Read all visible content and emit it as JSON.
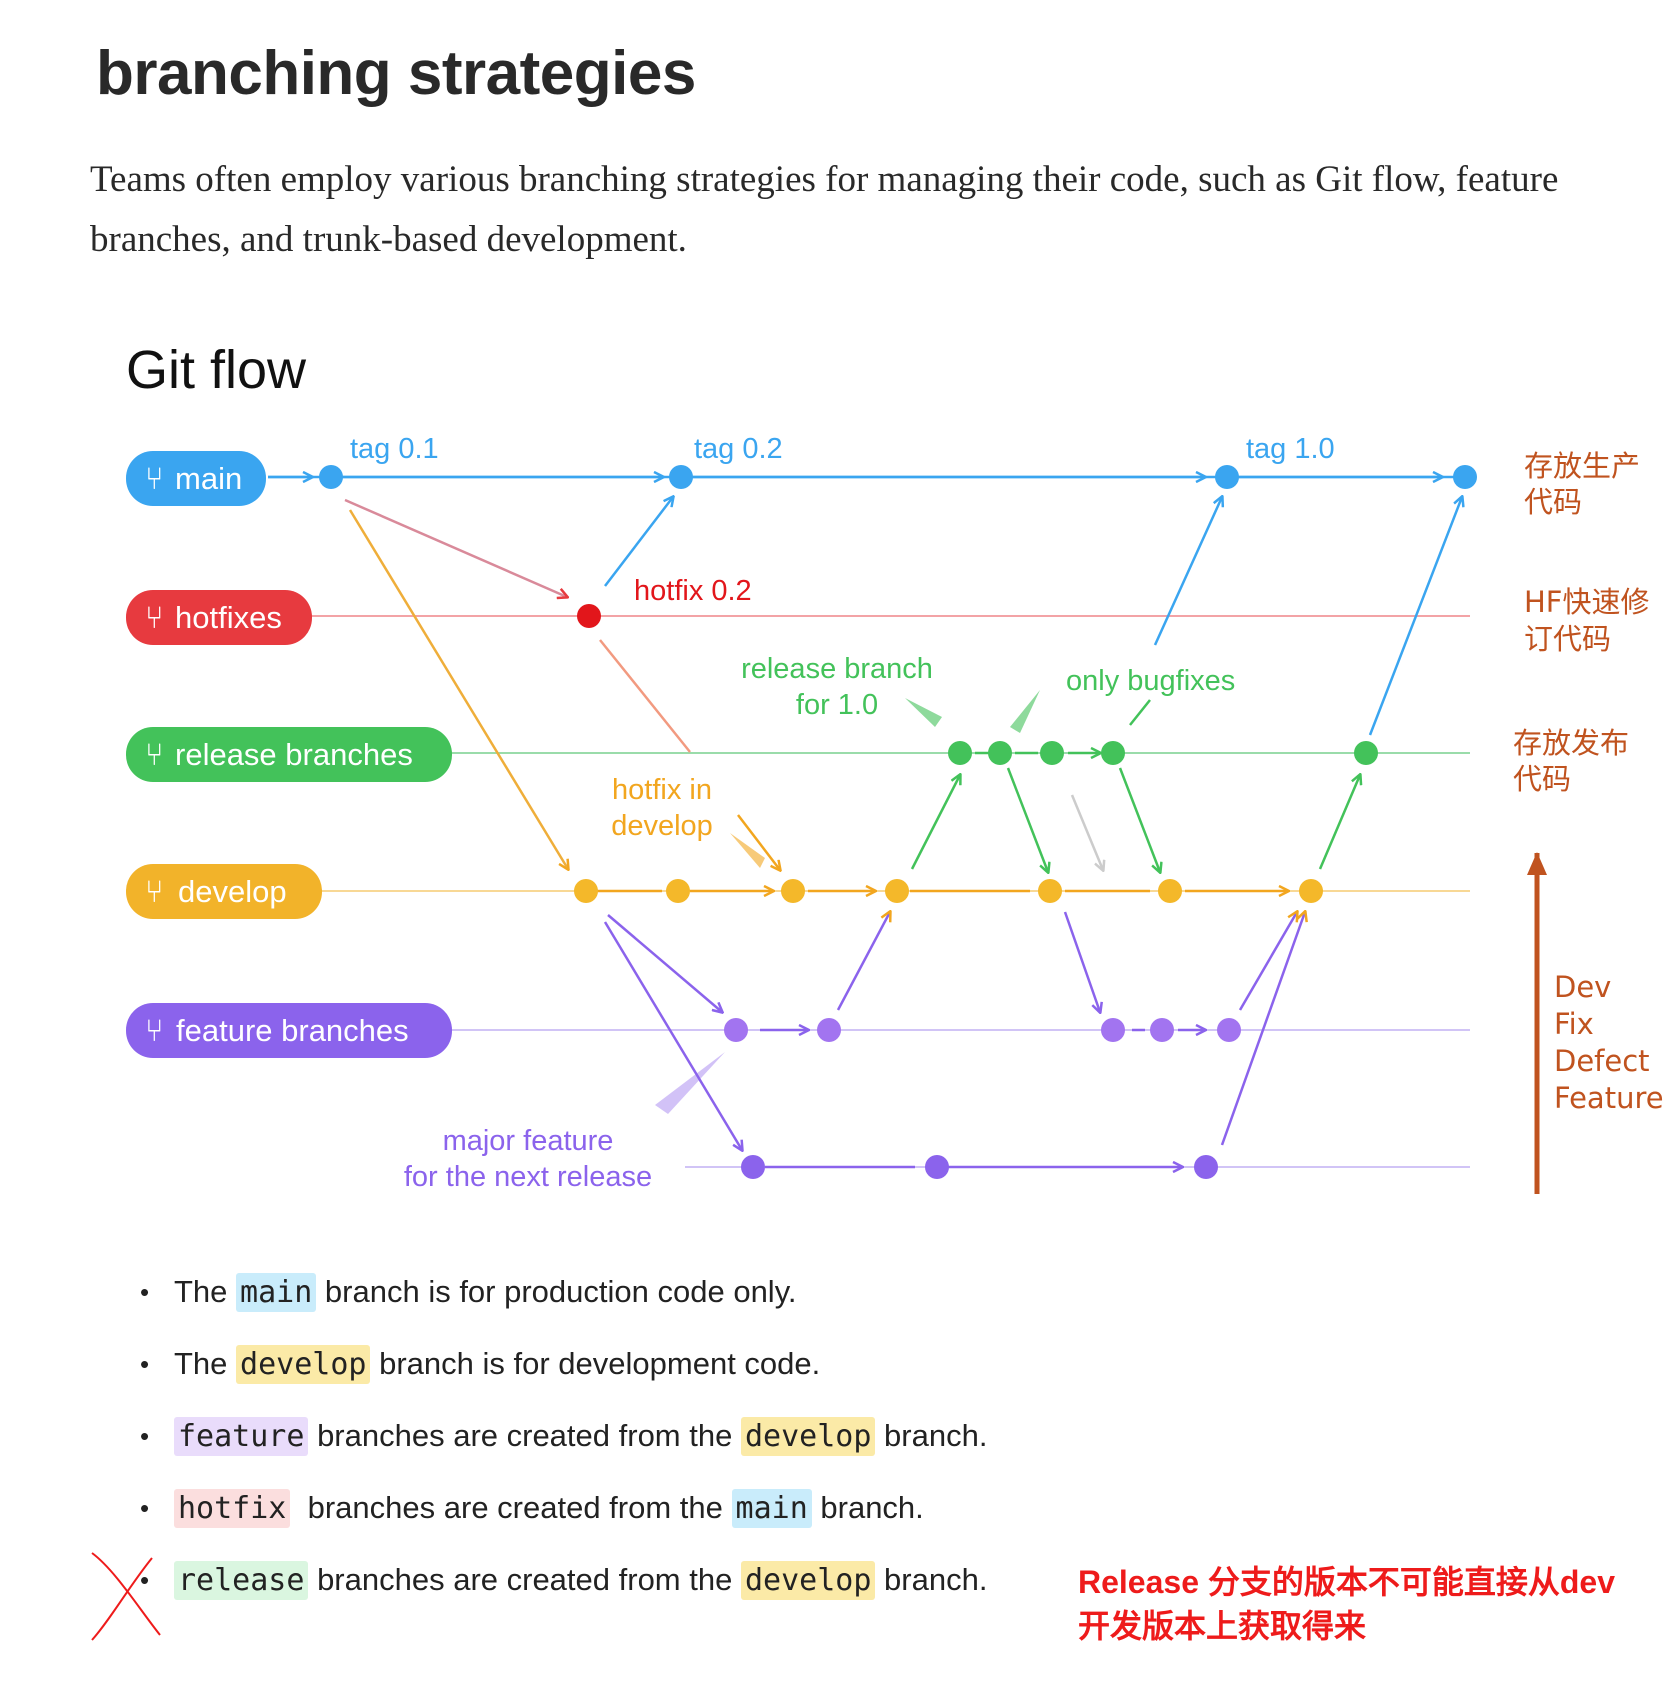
{
  "heading": "branching strategies",
  "intro": "Teams often employ various branching strategies for managing their code, such as Git flow, feature branches, and trunk-based development.",
  "diagram": {
    "title": "Git flow",
    "branches": [
      {
        "id": "main",
        "label": "main",
        "color": "#3aa5f0"
      },
      {
        "id": "hotfixes",
        "label": "hotfixes",
        "color": "#e73a3f"
      },
      {
        "id": "release",
        "label": "release branches",
        "color": "#43c25a"
      },
      {
        "id": "develop",
        "label": "develop",
        "color": "#f2b32a"
      },
      {
        "id": "feature",
        "label": "feature branches",
        "color": "#8b63ec"
      }
    ],
    "tags": [
      "tag 0.1",
      "tag 0.2",
      "tag 1.0"
    ],
    "labels": {
      "hotfix_02": "hotfix 0.2",
      "release_for_1_line1": "release branch",
      "release_for_1_line2": "for 1.0",
      "only_bugfixes": "only bugfixes",
      "hotfix_in_develop_line1": "hotfix in",
      "hotfix_in_develop_line2": "develop",
      "major_feature_line1": "major feature",
      "major_feature_line2": "for the next release"
    },
    "annotations": {
      "main_note_line1": "存放生产",
      "main_note_line2": "代码",
      "hotfix_note_line1": "HF快速修",
      "hotfix_note_line2": "订代码",
      "release_note_line1": "存放发布",
      "release_note_line2": "代码",
      "dev_note": [
        "Dev",
        "Fix",
        "Defect",
        "Feature"
      ],
      "annotation_color": "#c0531f"
    }
  },
  "bullets": {
    "b1": {
      "code": "main",
      "text": "branch is for production code only.",
      "pre": "The"
    },
    "b2": {
      "code": "develop",
      "text": "branch is for development code.",
      "pre": "The"
    },
    "b3": {
      "code": "feature",
      "text": "branches are created from the",
      "code2": "develop",
      "post": "branch."
    },
    "b4": {
      "code": "hotfix",
      "text": "branches are created from the",
      "code2": "main",
      "post": "branch."
    },
    "b5": {
      "code": "release",
      "text": "branches are created from the",
      "code2": "develop",
      "post": "branch."
    }
  },
  "red_note": "Release 分支的版本不可能直接从dev\n开发版本上获取得来"
}
